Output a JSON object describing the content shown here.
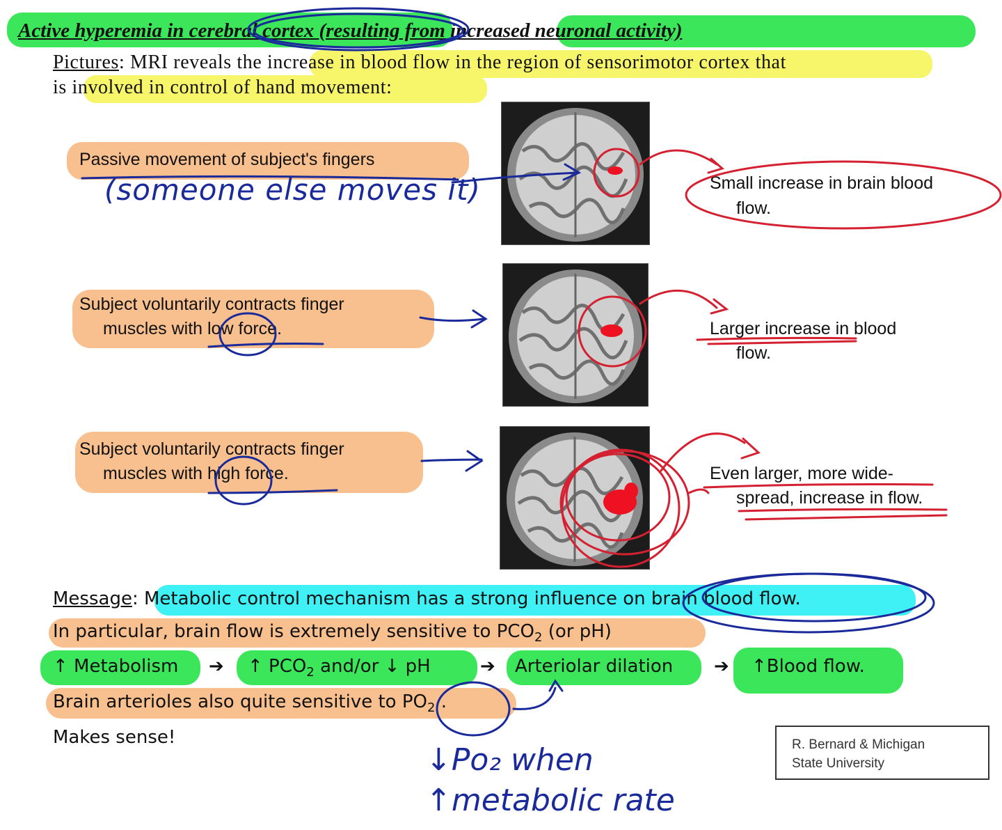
{
  "title": "Active hyperemia in cerebral cortex (resulting from increased neuronal activity)",
  "pictures_label": "Pictures",
  "pictures_text_line1": ": MRI reveals the increase in blood flow in the region of sensorimotor cortex that",
  "pictures_text_line2": "is involved in control of hand movement:",
  "conditions": [
    {
      "line1": "Passive movement of subject's fingers",
      "line2": "",
      "result_line1": "Small increase in brain blood",
      "result_line2": "flow."
    },
    {
      "line1": "Subject voluntarily contracts finger",
      "line2": "muscles with low force.",
      "result_line1": "Larger increase in blood",
      "result_line2": "flow."
    },
    {
      "line1": "Subject voluntarily contracts finger",
      "line2": "muscles with high force.",
      "result_line1": "Even larger, more wide-",
      "result_line2": "spread, increase in flow."
    }
  ],
  "handwritten_note_1": "(someone else moves it)",
  "message_label": "Message",
  "message_text": ": Metabolic control mechanism has a strong influence on brain blood flow.",
  "particular_text": "In particular, brain flow is extremely sensitive to PCO",
  "particular_sub": "2",
  "particular_end": " (or pH)",
  "chain": {
    "step1": "↑ Metabolism",
    "step2a": "↑ PCO",
    "step2sub": "2",
    "step2b": " and/or ↓ pH",
    "step3": "Arteriolar dilation",
    "step4": "↑Blood flow.",
    "arrow": "➔"
  },
  "arterioles_text": "Brain arterioles also quite sensitive to PO",
  "arterioles_sub": "2",
  "arterioles_end": " .",
  "makes_sense": "Makes sense!",
  "handwritten_note_2_line1": "↓Po₂ when",
  "handwritten_note_2_line2": "↑metabolic rate",
  "credit_line1": "R. Bernard & Michigan",
  "credit_line2": "State University",
  "colors": {
    "ink_blue": "#1a2a9a",
    "ink_red": "#d42030",
    "green": "#3ce65a",
    "yellow": "#f7f56a",
    "orange": "#f8c08e",
    "cyan": "#3ff0f5"
  }
}
